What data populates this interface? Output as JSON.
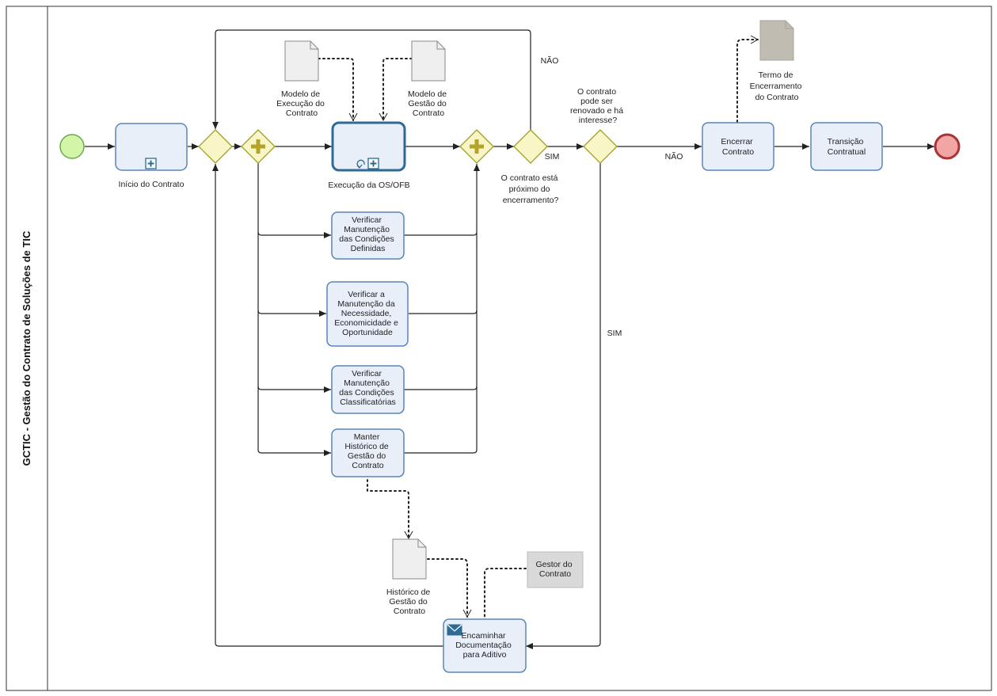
{
  "pool": {
    "title": "GCTIC - Gestão do Contrato de Soluções de TIC"
  },
  "tasks": {
    "inicio": "Início do Contrato",
    "execucao": "Execução da OS/OFB",
    "verificar1": [
      "Verificar",
      "Manutenção",
      "das Condições",
      "Definidas"
    ],
    "verificar2": [
      "Verificar a",
      "Manutenção da",
      "Necessidade,",
      "Economicidade e",
      "Oportunidade"
    ],
    "verificar3": [
      "Verificar",
      "Manutenção",
      "das Condições",
      "Classificatórias"
    ],
    "manter": [
      "Manter",
      "Histórico de",
      "Gestão do",
      "Contrato"
    ],
    "encerrar": [
      "Encerrar",
      "Contrato"
    ],
    "transicao": [
      "Transição",
      "Contratual"
    ],
    "encaminhar": [
      "Encaminhar",
      "Documentação",
      "para Aditivo"
    ]
  },
  "gateways": {
    "proximo_encerramento": [
      "O contrato está",
      "próximo do",
      "encerramento?"
    ],
    "renovado": [
      "O contrato",
      "pode ser",
      "renovado e há",
      "interesse?"
    ]
  },
  "flow_labels": {
    "nao_top": "NÃO",
    "sim_1": "SIM",
    "nao_2": "NÃO",
    "sim_2": "SIM"
  },
  "documents": {
    "modelo_execucao": [
      "Modelo de",
      "Execução do",
      "Contrato"
    ],
    "modelo_gestao": [
      "Modelo de",
      "Gestão do",
      "Contrato"
    ],
    "termo_encerramento": [
      "Termo de",
      "Encerramento",
      "do Contrato"
    ],
    "historico_gestao": [
      "Histórico de",
      "Gestão do",
      "Contrato"
    ]
  },
  "annotations": {
    "gestor": [
      "Gestor do",
      "Contrato"
    ]
  },
  "colors": {
    "task_fill": "#e9eff9",
    "task_stroke": "#5a86b8",
    "gateway_fill": "#f8f5c7",
    "gateway_stroke": "#a0a020",
    "start_event": "#d3f5a8",
    "end_event": "#f1a5a5"
  }
}
